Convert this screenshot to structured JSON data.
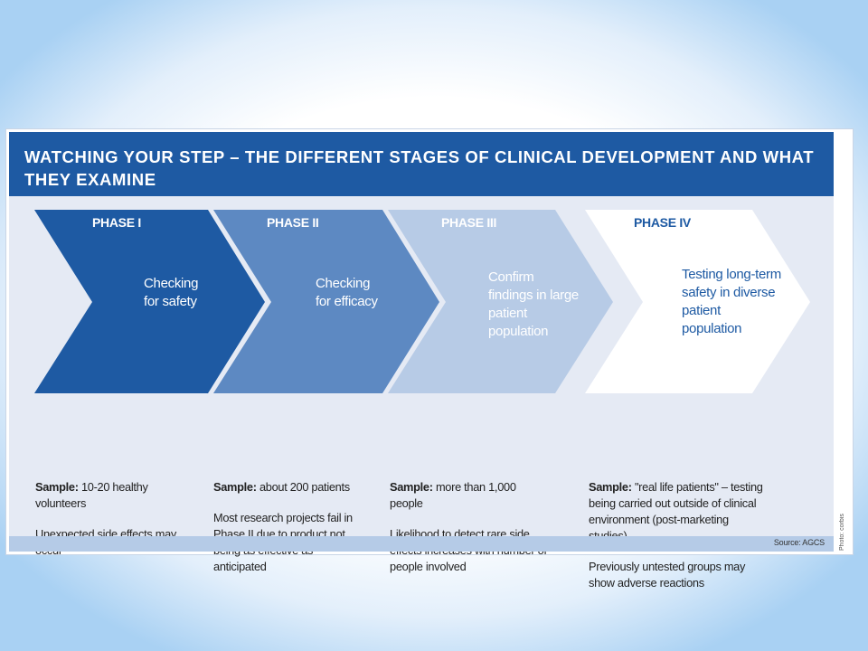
{
  "title": "WATCHING YOUR STEP – THE DIFFERENT STAGES OF CLINICAL DEVELOPMENT AND WHAT THEY EXAMINE",
  "phases": [
    {
      "label": "PHASE I",
      "goal": "Checking for safety",
      "sample_label": "Sample:",
      "sample_text": " 10-20 healthy volunteers",
      "note": "Unexpected side effects may occur",
      "color": "#1e5aa3"
    },
    {
      "label": "PHASE II",
      "goal": "Checking for efficacy",
      "sample_label": "Sample:",
      "sample_text": " about 200 patients",
      "note": "Most research projects fail in Phase II due to product not being as effective as anticipated",
      "color": "#5d89c2"
    },
    {
      "label": "PHASE III",
      "goal": "Confirm findings in large patient population",
      "sample_label": "Sample:",
      "sample_text": " more than 1,000 people",
      "note": "Likelihood to detect rare side effects increases with number of people involved",
      "color": "#b7cbe6"
    },
    {
      "label": "PHASE IV",
      "goal": "Testing long-term safety in diverse patient population",
      "sample_label": "Sample:",
      "sample_text": " \"real life patients\" – testing being carried out outside of clinical environment (post-marketing studies)",
      "note": "Previously untested groups may show adverse reactions",
      "color": "#ffffff"
    }
  ],
  "source": "Source: AGCS",
  "photo_credit": "Photo: corbis",
  "colors": {
    "banner": "#1e5aa3",
    "panel": "#e5eaf4",
    "footer": "#b5cbe7"
  }
}
